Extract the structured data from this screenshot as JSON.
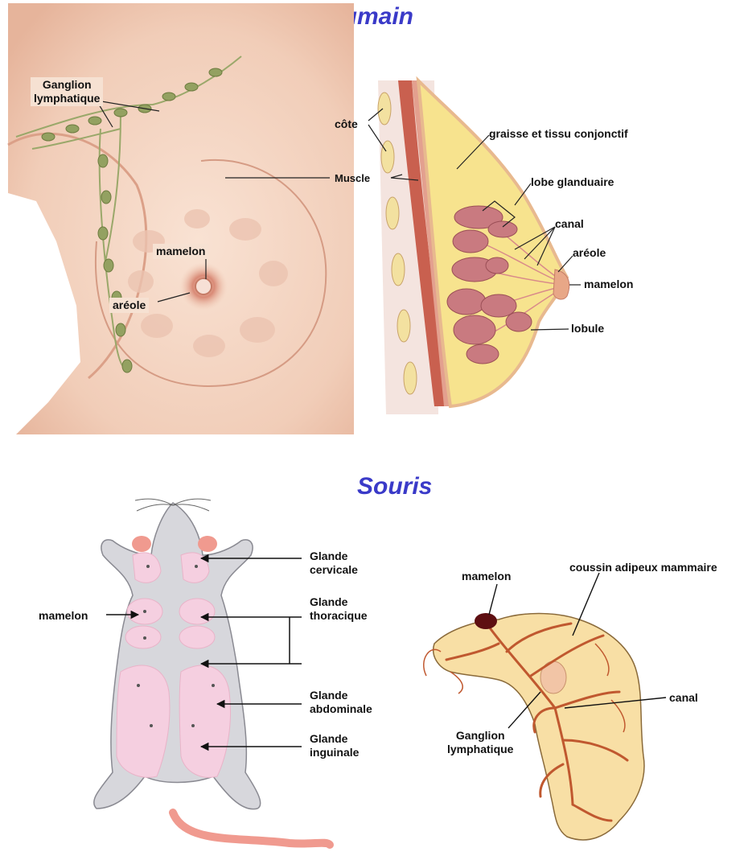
{
  "human": {
    "title": "Humain",
    "front": {
      "lymph_node": [
        "Ganglion",
        "lymphatique"
      ],
      "nipple": "mamelon",
      "areola": "aréole"
    },
    "section": {
      "rib": "côte",
      "muscle": "Muscle",
      "fat": "graisse et tissu conjonctif",
      "lobe": "lobe glanduaire",
      "duct": "canal",
      "areola": "aréole",
      "nipple": "mamelon",
      "lobule": "lobule"
    }
  },
  "mouse": {
    "title": "Souris",
    "body": {
      "cervical": [
        "Glande",
        "cervicale"
      ],
      "thoracic": [
        "Glande",
        "thoracique"
      ],
      "abdominal": [
        "Glande",
        "abdominale"
      ],
      "inguinal": [
        "Glande",
        "inguinale"
      ],
      "nipple": "mamelon"
    },
    "gland": {
      "nipple": "mamelon",
      "fat_pad": "coussin adipeux mammaire",
      "duct": "canal",
      "lymph_node": [
        "Ganglion",
        "lymphatique"
      ]
    }
  },
  "colors": {
    "title": "#3a3ac8",
    "skin": "#f5d7c4",
    "fat": "#f7e38e",
    "muscle": "#c9604f",
    "lobule": "#c97a80",
    "lymph": "#9aa86a",
    "mouse_body": "#d7d7dc",
    "mouse_gland": "#f5cfe0",
    "fat_pad": "#f8dfa5",
    "duct": "#c0582f"
  }
}
